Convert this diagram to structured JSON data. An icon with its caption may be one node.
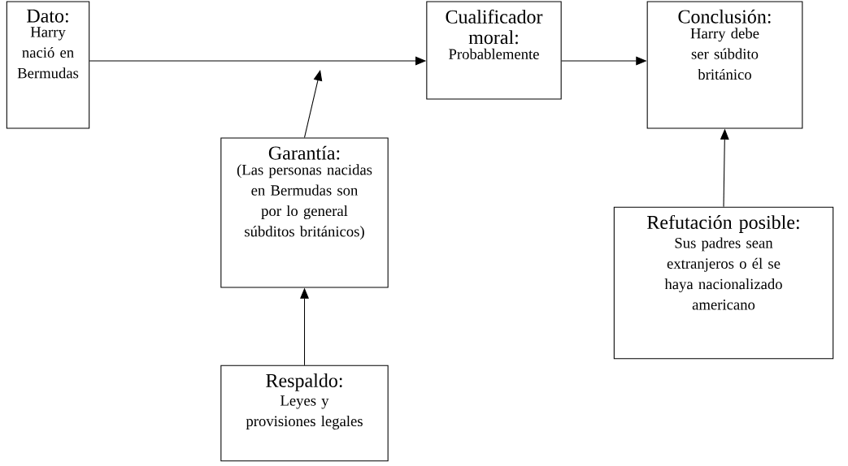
{
  "diagram": {
    "nodes": [
      {
        "text": [
          "Dato:",
          "Harry nació en Bermudas"
        ]
      },
      {
        "text": [
          "Cualificador moral:",
          "Probablemente"
        ]
      },
      {
        "text": [
          "Conclusión:",
          "Harry debe ser súbdito británico"
        ]
      },
      {
        "text": [
          "Garantía:",
          "(Las personas nacidas en Bermudas son por lo general súbditos británicos)"
        ]
      },
      {
        "text": [
          "Respaldo:",
          "Leyes y provisiones legales"
        ]
      },
      {
        "text": [
          "Refutación posible:",
          "Sus padres sean extranjeros o él se haya nacionalizado americano"
        ]
      }
    ],
    "edges": [
      {
        "from": 0,
        "to": 1,
        "arrow": "to"
      },
      {
        "from": 3,
        "to": null,
        "arrow": "to"
      },
      {
        "from": 1,
        "to": 2,
        "arrow": "to"
      },
      {
        "from": 4,
        "to": 3,
        "arrow": "to"
      },
      {
        "from": 5,
        "to": 2,
        "arrow": "to"
      }
    ]
  }
}
